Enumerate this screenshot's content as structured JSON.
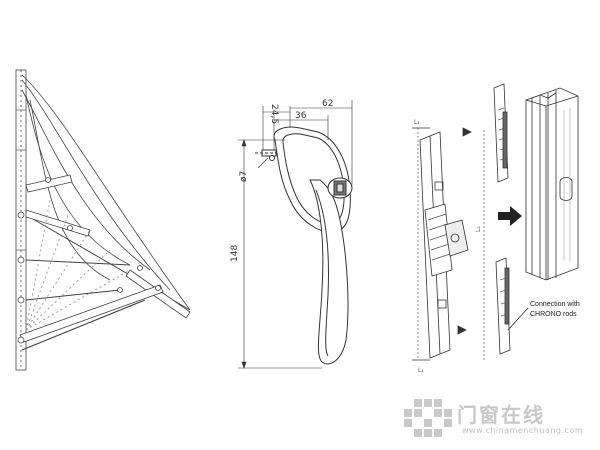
{
  "handle": {
    "dimensions": {
      "offset": "24,5",
      "spacing": "36",
      "width": "62",
      "height": "148",
      "spindle": "ø7"
    }
  },
  "mechanism": {
    "callout": {
      "line1": "Connection with",
      "line2": "CHRONO rods"
    }
  },
  "watermark": {
    "logo_text": "门窗在线",
    "url": "www.chinamenchuang.com"
  }
}
